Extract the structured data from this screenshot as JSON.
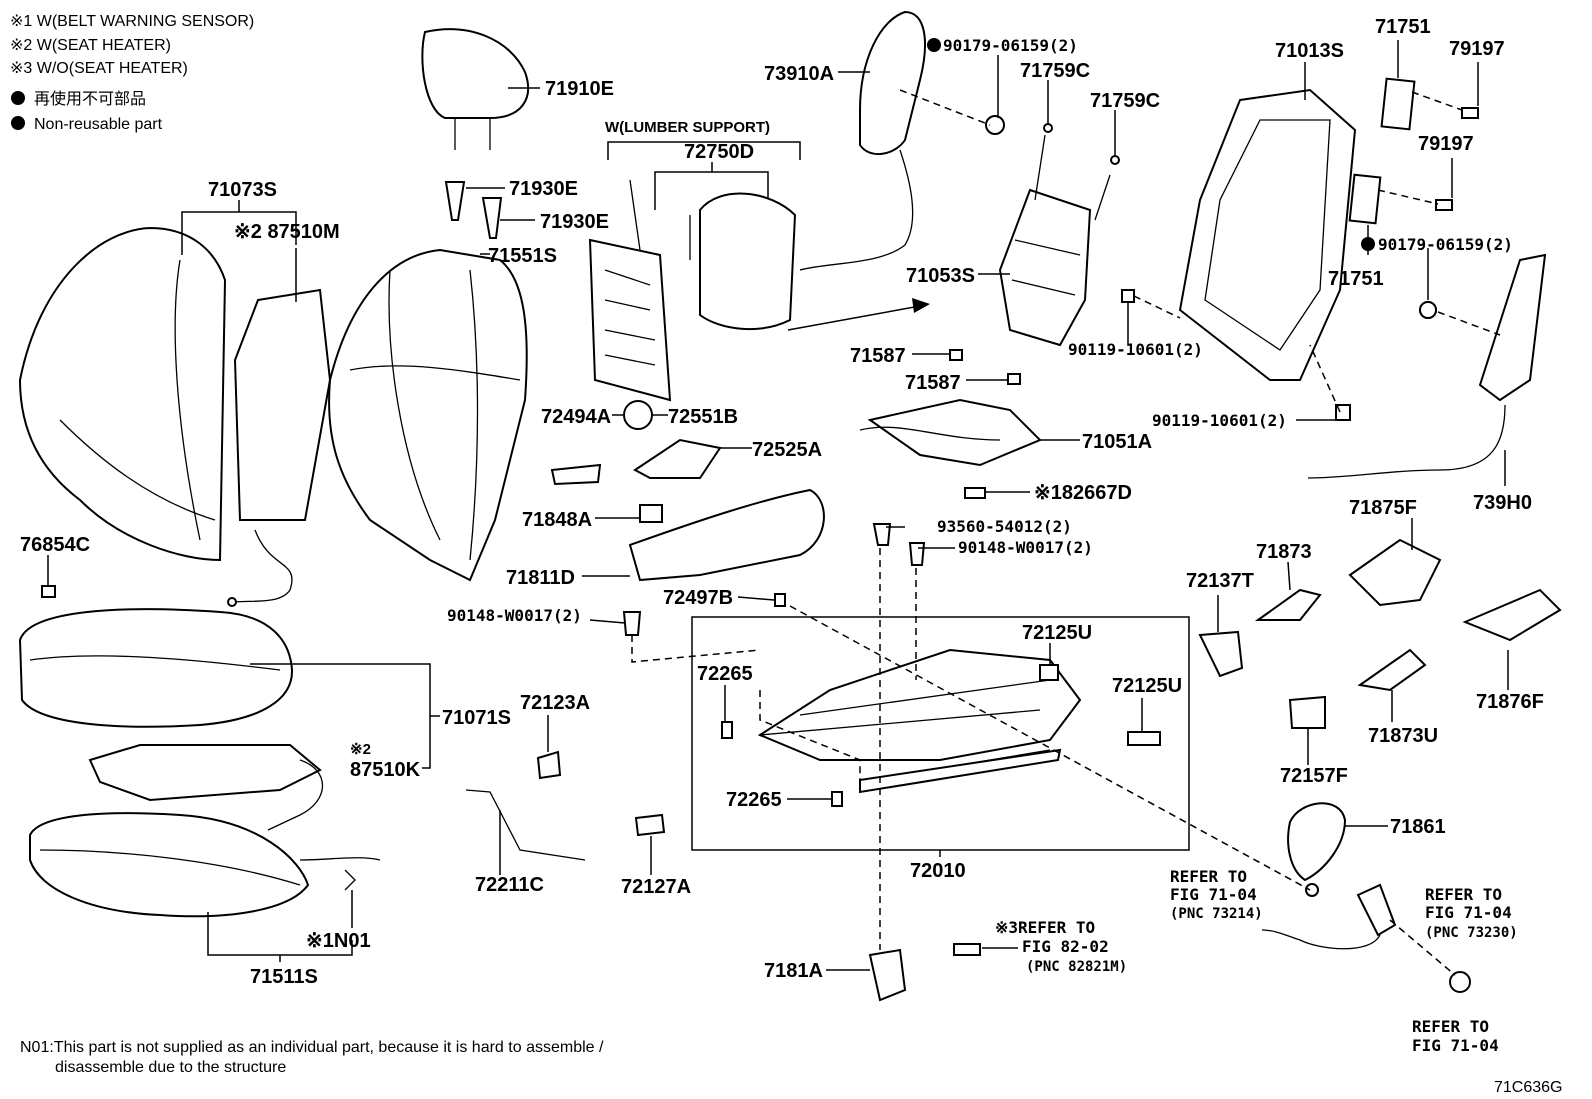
{
  "legend": {
    "note1": "※1 W(BELT WARNING SENSOR)",
    "note2": "※2 W(SEAT HEATER)",
    "note3": "※3 W/O(SEAT HEATER)",
    "nonreusable_jp": "再使用不可部品",
    "nonreusable_en": "Non-reusable part"
  },
  "footnote": {
    "line1": "N01:This part is not supplied as an individual part, because it is hard to assemble /",
    "line2": "disassemble due to the structure"
  },
  "figure_id": "71C636G",
  "lumbar_label": "W(LUMBER SUPPORT)",
  "labels": {
    "p71910E": "71910E",
    "p71930E_a": "71930E",
    "p71930E_b": "71930E",
    "p71073S": "71073S",
    "p87510M": "※2 87510M",
    "p71551S": "71551S",
    "p72750D": "72750D",
    "p73910A": "73910A",
    "p90179_a": "90179-06159(2)",
    "p71759C_a": "71759C",
    "p71759C_b": "71759C",
    "p71013S": "71013S",
    "p71751_a": "71751",
    "p79197_a": "79197",
    "p79197_b": "79197",
    "p90179_b": "90179-06159(2)",
    "p71751_b": "71751",
    "p71053S": "71053S",
    "p90119_a": "90119-10601(2)",
    "p90119_b": "90119-10601(2)",
    "p71587_a": "71587",
    "p71587_b": "71587",
    "p71051A": "71051A",
    "p82667D": "※182667D",
    "p739H0": "739H0",
    "p72494A": "72494A",
    "p72551B": "72551B",
    "p72525A": "72525A",
    "p71848A": "71848A",
    "p71811D": "71811D",
    "p76854C": "76854C",
    "p93560": "93560-54012(2)",
    "p90148_a": "90148-W0017(2)",
    "p90148_b": "90148-W0017(2)",
    "p72497B": "72497B",
    "p71875F": "71875F",
    "p71873": "71873",
    "p72137T": "72137T",
    "p72125U_a": "72125U",
    "p72125U_b": "72125U",
    "p72265_a": "72265",
    "p72265_b": "72265",
    "p71876F": "71876F",
    "p71873U": "71873U",
    "p72157F": "72157F",
    "p71071S": "71071S",
    "p87510K_pre": "※2",
    "p87510K": "87510K",
    "p72123A": "72123A",
    "p72211C": "72211C",
    "p72127A": "72127A",
    "p72010": "72010",
    "p71861": "71861",
    "p71511S": "71511S",
    "pN01": "※1N01",
    "p7181A": "7181A"
  },
  "refer": {
    "r1_l1": "REFER TO",
    "r1_l2": "FIG 71-04",
    "r1_l3": "(PNC 73214)",
    "r2_l1": "REFER TO",
    "r2_l2": "FIG 71-04",
    "r2_l3": "(PNC 73230)",
    "r3_l1": "※3REFER TO",
    "r3_l2": "FIG 82-02",
    "r3_l3": "(PNC 82821M)",
    "r4_l1": "REFER TO",
    "r4_l2": "FIG 71-04"
  }
}
